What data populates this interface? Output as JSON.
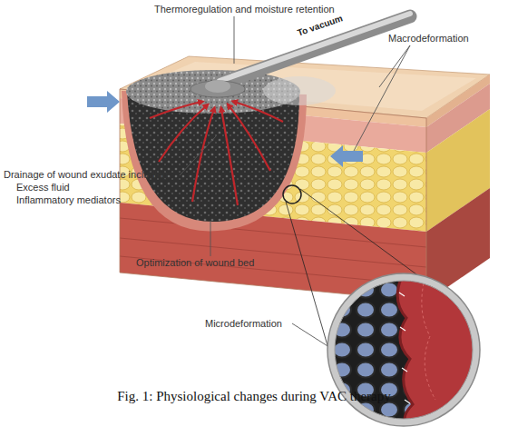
{
  "diagram": {
    "caption": "Fig. 1: Physiological changes during VAC therapy",
    "labels": [
      "Thermoregulation and moisture retention",
      "To vacuum",
      "Macrodeformation",
      "Drainage of wound exudate including:",
      "Excess fluid",
      "Inflammatory mediators",
      "Optimization of wound bed",
      "Microdeformation"
    ]
  }
}
